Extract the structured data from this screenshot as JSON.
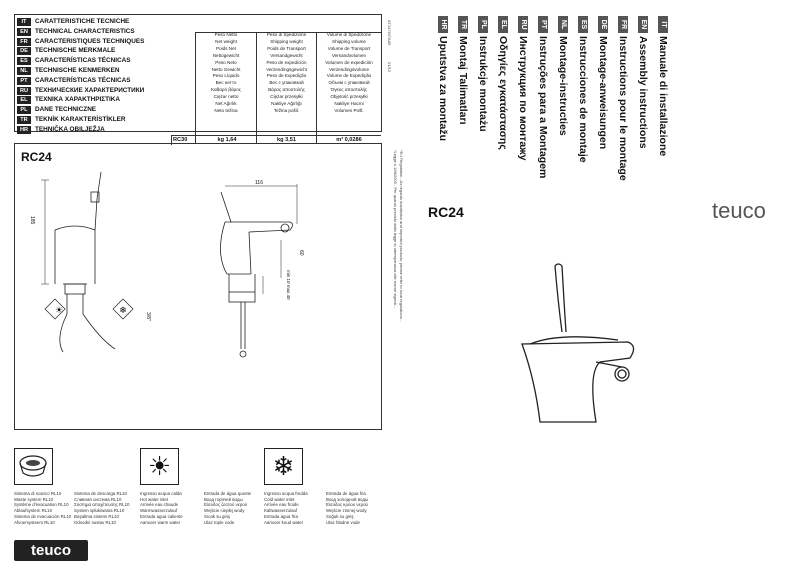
{
  "spec": {
    "rows": [
      {
        "code": "IT",
        "label": "CARATTERISTICHE TECNICHE"
      },
      {
        "code": "EN",
        "label": "TECHNICAL CHARACTERISTICS"
      },
      {
        "code": "FR",
        "label": "CARACTERISTIQUES TECHNIQUES"
      },
      {
        "code": "DE",
        "label": "TECHNISCHE MERKMALE"
      },
      {
        "code": "ES",
        "label": "CARACTERÍSTICAS TÉCNICAS"
      },
      {
        "code": "NL",
        "label": "TECHNISCHE KENMERKEN"
      },
      {
        "code": "PT",
        "label": "CARACTERÍSTICAS TÉCNICAS"
      },
      {
        "code": "RU",
        "label": "ТЕХНИЧЕСКИЕ ХАРАКТЕРИСТИКИ"
      },
      {
        "code": "EL",
        "label": "ΤΕΧΝΙΚΑ ΧΑΡΑΚΤΗΡΙΣΤΙΚΑ"
      },
      {
        "code": "PL",
        "label": "DANE TECHNICZNE"
      },
      {
        "code": "TR",
        "label": "TEKNİK KARAKTERİSTİKLER"
      },
      {
        "code": "HR",
        "label": "TEHNIČKA OBILJEŽJA"
      }
    ],
    "net_weight": [
      "Peso Netto",
      "Net weight",
      "Poids Net",
      "Nettogewicht",
      "Peso Neto",
      "Netto Gewicht",
      "Peso Líquido",
      "Вес нетто",
      "Καθαρό βάρος",
      "Ciężar netto",
      "Net Ağırlık",
      "Neto težina"
    ],
    "ship_weight": [
      "Peso di Spedizione",
      "Shipping weight",
      "Poids de Transport",
      "Versandgewicht",
      "Peso de expedición",
      "Verzendingsgewicht",
      "Peso de Expedição",
      "Вес с упаковкой",
      "Βάρος αποστολής",
      "Ciężar przesyłki",
      "Nakliye Ağırlığı",
      "Težina pošil."
    ],
    "ship_volume": [
      "Volume di Spedizione",
      "Shipping volume",
      "Volume de Transport",
      "Versandvolumen",
      "Volumen de expedición",
      "Verzendingsvolume",
      "Volume de Expedição",
      "Объем с упаковкой",
      "Όγκος αποστολής",
      "Objętość przesyłki",
      "Nakliye Hacmi",
      "Volumen Pošl."
    ],
    "model": "RC30",
    "net_value": "kg 1,64",
    "ship_value": "kg 3,51",
    "vol_value": "m³ 0,0286"
  },
  "drawing": {
    "title": "RC24",
    "dims": {
      "width": "116",
      "height": "185",
      "depth": "60",
      "min_max": "min 10\nmax 40",
      "thread": "3/8\""
    }
  },
  "fineprint": {
    "doc_code": "AT147637A69",
    "date": "01/12",
    "footnote": "*Legge n.166/2009 - Per quanto previsto dalla legge in ottemperanza alle norme vigenti...",
    "footnote2": "*EU Regulation - As regards installation and imported products, please refer to local regulations..."
  },
  "bottom_labels": [
    {
      "lines": [
        "Sistema di scarico RL10",
        "Waste system RL10",
        "Système d'évacuation RL10",
        "Ablaufsystem RL10",
        "Sistema de evacuación RL10",
        "Afvoersysteem RL10"
      ]
    },
    {
      "lines": [
        "Sistema de descarga RL10",
        "Сливная система RL10",
        "Σύστημα αποχέτευσης RL10",
        "System spłukiwania RL10",
        "Boşaltma sistemi RL10",
        "Odvodni sustav RL10"
      ]
    },
    {
      "lines": [
        "Ingresso acqua calda",
        "Hot water inlet",
        "Arrivée eau chaude",
        "Warmwasserzulauf",
        "Entrada agua caliente",
        "Aanvoer warm water"
      ]
    },
    {
      "lines": [
        "Entrada de água quente",
        "Вход горячей воды",
        "Είσοδος ζεστού νερού",
        "Wejście ciepłej wody",
        "Sıcak su giriş",
        "Ulaz tople vode"
      ]
    },
    {
      "lines": [
        "Ingresso acqua fredda",
        "Cold water inlet",
        "Arrivée eau froide",
        "Kaltwasserzulauf",
        "Entrada agua fría",
        "Aanvoer koud water"
      ]
    },
    {
      "lines": [
        "Entrada de água fria",
        "Вход холодной воды",
        "Είσοδος κρύου νερού",
        "Wejście zimnej wody",
        "Soğuk su giriş",
        "Ulaz hladne vode"
      ]
    }
  ],
  "logo": "teuco",
  "right_logo": "teuco",
  "right_title": "RC24",
  "manuals": [
    {
      "code": "IT",
      "text": "Manuale di installazione"
    },
    {
      "code": "EN",
      "text": "Assembly instructions"
    },
    {
      "code": "FR",
      "text": "Instructions pour le montage"
    },
    {
      "code": "DE",
      "text": "Montage-anweisungen"
    },
    {
      "code": "ES",
      "text": "Instrucciones de montaje"
    },
    {
      "code": "NL",
      "text": "Montage-instructies"
    },
    {
      "code": "PT",
      "text": "Instruções para a Montagem"
    },
    {
      "code": "RU",
      "text": "Инструкция по монтажу"
    },
    {
      "code": "EL",
      "text": "Οδηγίες εγκατάστασης"
    },
    {
      "code": "PL",
      "text": "Instrukcje montażu"
    },
    {
      "code": "TR",
      "text": "Montaj Talimatları"
    },
    {
      "code": "HR",
      "text": "Uputstva za montažu"
    }
  ]
}
